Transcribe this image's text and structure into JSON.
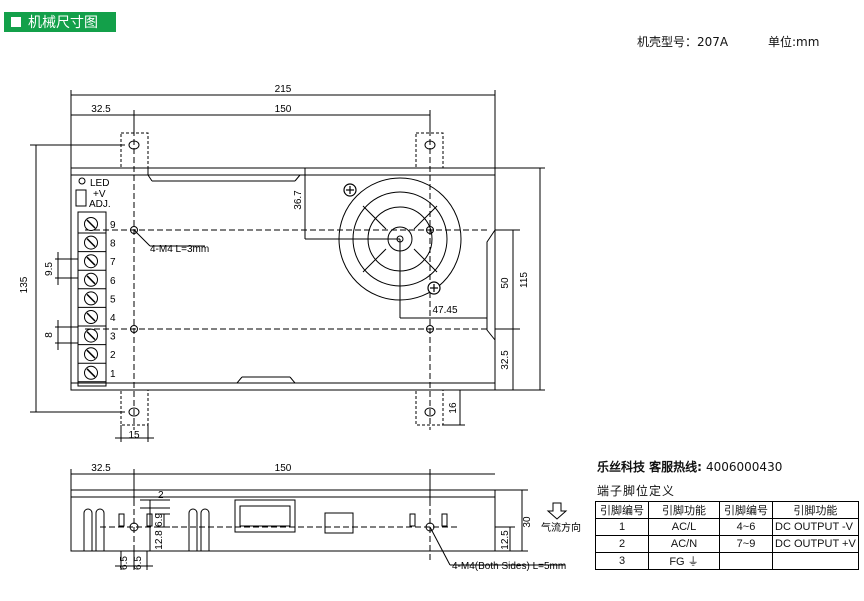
{
  "section_title": "机械尺寸图",
  "header": {
    "model_text": "机壳型号：207A",
    "unit_text": "单位:mm"
  },
  "top_view": {
    "dims": {
      "overall_width": "215",
      "left_offset": "32.5",
      "hole_spacing": "150",
      "height": "135",
      "right_height": "115",
      "hole_v_spacing": "50",
      "bottom_offset": "32.5",
      "bottom_tab": "16",
      "tab_width": "15",
      "fan_offset_v": "36.7",
      "fan_offset_h": "47.45",
      "pin_pitch": "9.5",
      "terminal_gap": "8"
    },
    "led_label": "LED",
    "v_label": "+V",
    "adj_label": "ADJ.",
    "screw_note": "4-M4 L=3mm",
    "terminal_numbers": [
      "9",
      "8",
      "7",
      "6",
      "5",
      "4",
      "3",
      "2",
      "1"
    ]
  },
  "side_view": {
    "dims": {
      "left_offset": "32.5",
      "hole_spacing": "150",
      "height": "30",
      "hole_height": "12.5",
      "dim_2": "2",
      "dim_6_9": "6.9",
      "dim_12_8": "12.8",
      "dim_6_5a": "6.5",
      "dim_6_5b": "6.5"
    },
    "screw_note": "4-M4(Both Sides) L=5mm",
    "airflow_label": "气流方向"
  },
  "brand": {
    "name": "乐丝科技 客服热线:",
    "phone": "4006000430"
  },
  "pin_table": {
    "title": "端子脚位定义",
    "headers": [
      "引脚编号",
      "引脚功能",
      "引脚编号",
      "引脚功能"
    ],
    "rows": [
      [
        "1",
        "AC/L",
        "4~6",
        "DC OUTPUT -V"
      ],
      [
        "2",
        "AC/N",
        "7~9",
        "DC OUTPUT +V"
      ],
      [
        "3",
        "FG ⏚",
        "",
        ""
      ]
    ]
  }
}
